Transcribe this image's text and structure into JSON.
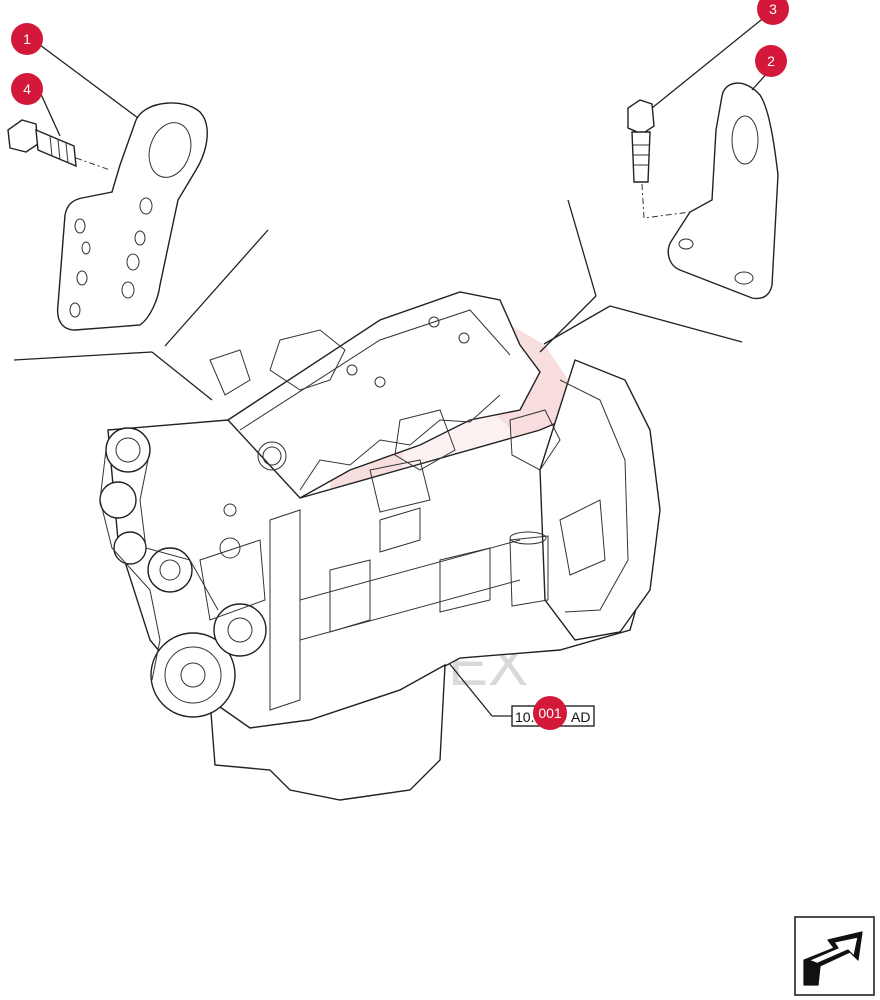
{
  "callouts": {
    "c1": "1",
    "c2": "2",
    "c3": "3",
    "c4": "4",
    "c5": "001"
  },
  "ref_label": {
    "prefix": "10.",
    "suffix": "AD"
  },
  "watermark": "EX",
  "colors": {
    "callout": "#d3183a",
    "line": "#222222",
    "watermark": "#f2c3c3"
  }
}
